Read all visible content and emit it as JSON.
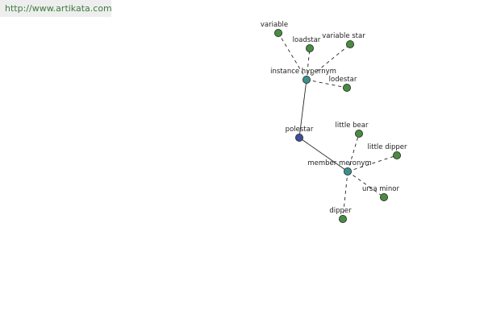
{
  "header": {
    "url": "http://www.artikata.com"
  },
  "colors": {
    "leaf_node": "#4a8a44",
    "relation_node": "#3d8f8f",
    "root_node": "#3f4d9a",
    "edge": "#222222"
  },
  "graph": {
    "nodes": [
      {
        "id": "polestar",
        "label": "polestar",
        "kind": "root"
      },
      {
        "id": "instance_hypernym",
        "label": "instance hypernym",
        "kind": "relation"
      },
      {
        "id": "member_meronym",
        "label": "member meronym",
        "kind": "relation"
      },
      {
        "id": "variable",
        "label": "variable",
        "kind": "leaf"
      },
      {
        "id": "loadstar",
        "label": "loadstar",
        "kind": "leaf"
      },
      {
        "id": "variable_star",
        "label": "variable star",
        "kind": "leaf"
      },
      {
        "id": "lodestar",
        "label": "lodestar",
        "kind": "leaf"
      },
      {
        "id": "little_bear",
        "label": "little bear",
        "kind": "leaf"
      },
      {
        "id": "little_dipper",
        "label": "little dipper",
        "kind": "leaf"
      },
      {
        "id": "ursa_minor",
        "label": "ursa minor",
        "kind": "leaf"
      },
      {
        "id": "dipper",
        "label": "dipper",
        "kind": "leaf"
      }
    ],
    "edges": [
      {
        "from": "polestar",
        "to": "instance_hypernym",
        "style": "solid"
      },
      {
        "from": "polestar",
        "to": "member_meronym",
        "style": "solid"
      },
      {
        "from": "instance_hypernym",
        "to": "variable",
        "style": "dashed"
      },
      {
        "from": "instance_hypernym",
        "to": "loadstar",
        "style": "dashed"
      },
      {
        "from": "instance_hypernym",
        "to": "variable_star",
        "style": "dashed"
      },
      {
        "from": "instance_hypernym",
        "to": "lodestar",
        "style": "dashed"
      },
      {
        "from": "member_meronym",
        "to": "little_bear",
        "style": "dashed"
      },
      {
        "from": "member_meronym",
        "to": "little_dipper",
        "style": "dashed"
      },
      {
        "from": "member_meronym",
        "to": "ursa_minor",
        "style": "dashed"
      },
      {
        "from": "member_meronym",
        "to": "dipper",
        "style": "dashed"
      }
    ]
  }
}
